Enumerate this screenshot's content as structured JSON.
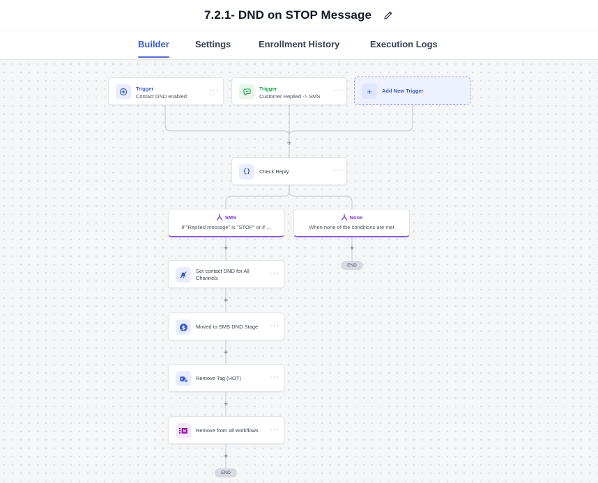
{
  "workflow": {
    "title": "7.2.1- DND on STOP Message",
    "edit_icon": "pencil-icon"
  },
  "tabs": [
    {
      "label": "Builder",
      "active": true
    },
    {
      "label": "Settings",
      "active": false
    },
    {
      "label": "Enrollment History",
      "active": false
    },
    {
      "label": "Execution Logs",
      "active": false
    }
  ],
  "triggers": [
    {
      "label": "Trigger",
      "subtitle": "Contact DND enabled",
      "icon": "target-icon",
      "menu": "···"
    },
    {
      "label": "Trigger",
      "subtitle": "Customer Replied -> SMS",
      "icon": "chat-bubble-icon",
      "menu": "···"
    }
  ],
  "add_trigger": {
    "label": "Add New Trigger",
    "plus": "+"
  },
  "condition": {
    "label": "Check Reply",
    "icon": "braces-icon",
    "icon_text": "{}",
    "menu": "···"
  },
  "branches": [
    {
      "name": "SMS",
      "condition": "If \"Replied message\" is \"STOP\" or if ...",
      "icon": "branch-fork-icon"
    },
    {
      "name": "None",
      "condition": "When none of the conditions are met",
      "icon": "branch-fork-icon"
    }
  ],
  "actions": [
    {
      "label": "Set contact DND for All Channels",
      "icon": "bell-off-icon",
      "menu": "···"
    },
    {
      "label": "Moved to SMS DND Stage",
      "icon": "dollar-coin-icon",
      "icon_text": "$",
      "menu": "···"
    },
    {
      "label": "Remove Tag (HOT)",
      "icon": "tag-remove-icon",
      "menu": "···"
    },
    {
      "label": "Remove from all workflows",
      "icon": "workflow-remove-icon",
      "menu": "···"
    }
  ],
  "plus_symbol": "+",
  "end_label": "END",
  "colors": {
    "accent": "#4f6bed",
    "trigger_label": "#3b5bdb",
    "trigger2_label": "#16a34a",
    "branch": "#8b5cf6",
    "connector": "#c9cdd4"
  }
}
